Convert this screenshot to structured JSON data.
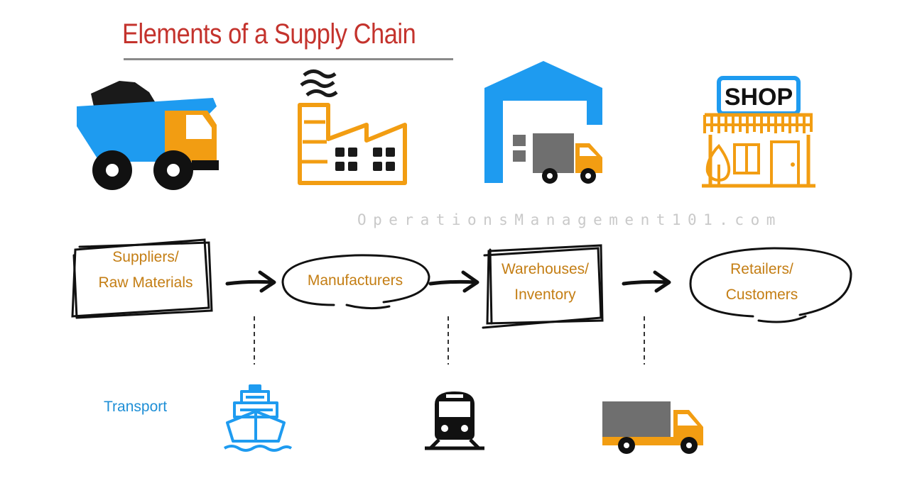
{
  "title": "Elements of a Supply Chain",
  "watermark": "OperationsManagement101.com",
  "stages": [
    {
      "line1": "Suppliers/",
      "line2": "Raw Materials",
      "icon": "dump-truck-icon"
    },
    {
      "line1": "Manufacturers",
      "line2": "",
      "icon": "factory-icon"
    },
    {
      "line1": "Warehouses/",
      "line2": "Inventory",
      "icon": "warehouse-icon"
    },
    {
      "line1": "Retailers/",
      "line2": "Customers",
      "icon": "shop-icon"
    }
  ],
  "shop_sign": "SHOP",
  "transport": {
    "label": "Transport",
    "modes": [
      "ship-icon",
      "train-icon",
      "delivery-truck-icon"
    ]
  },
  "colors": {
    "title": "#c4332d",
    "blue": "#1e9bf0",
    "orange": "#f29d12",
    "gray": "#6f6f6f",
    "label": "#c47e14",
    "transport_label": "#1f8fd6",
    "ink": "#111111"
  }
}
